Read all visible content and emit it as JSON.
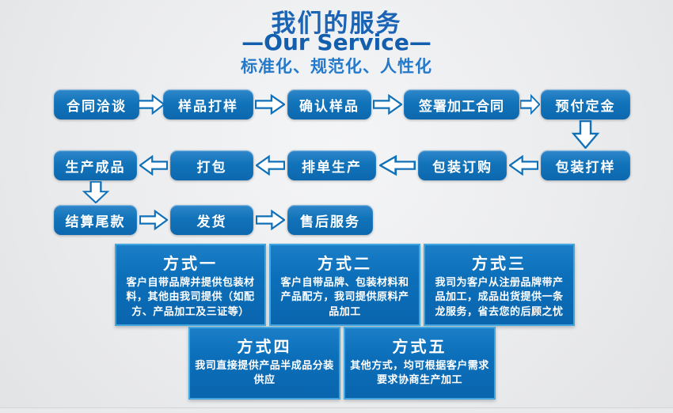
{
  "header": {
    "title": "我们的服务",
    "subtitle": "—Our Service—",
    "tagline": "标准化、规范化、人性化"
  },
  "flow": {
    "row1": [
      "合同洽谈",
      "样品打样",
      "确认样品",
      "签署加工合同",
      "预付定金"
    ],
    "row2": [
      "生产成品",
      "打包",
      "排单生产",
      "包装订购",
      "包装打样"
    ],
    "row3": [
      "结算尾款",
      "发货",
      "售后服务"
    ]
  },
  "modes": [
    {
      "title": "方式一",
      "desc": "客户自带品牌并提供包装材料，其他由我司提供（如配方、产品加工及三证等）"
    },
    {
      "title": "方式二",
      "desc": "客户自带品牌、包装材料和产品配方，我司提供原料产品加工"
    },
    {
      "title": "方式三",
      "desc": "我司为客户从注册品牌带产品加工，成品出货提供一条龙服务，省去您的后顾之忧"
    },
    {
      "title": "方式四",
      "desc": "我司直接提供产品半成品分装供应"
    },
    {
      "title": "方式五",
      "desc": "其他方式，均可根据客户需求要求协商生产加工"
    }
  ],
  "colors": {
    "title_blue": "#1b63b5",
    "tagline_blue": "#2579cb",
    "flow_box_blue": "#1173ba",
    "mode_box_blue": "#0c6fba",
    "mode_border_blue": "#41a7e0",
    "arrow_fill": "#ffffff",
    "arrow_stroke": "#1070b8",
    "background": "#ecedee"
  }
}
